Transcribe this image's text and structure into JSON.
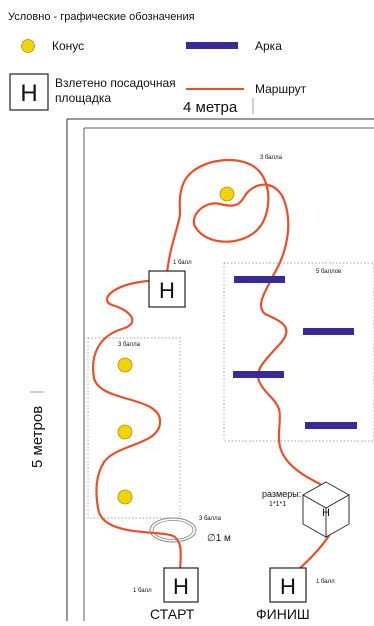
{
  "legend": {
    "title": "Условно - графические обозначения",
    "cone": "Конус",
    "arch": "Арка",
    "pad": "Взлетено посадочная площадка",
    "pad_line1": "Взлетено посадочная",
    "pad_line2": "площадка",
    "pad_letter": "Н",
    "route": "Маршрут"
  },
  "field": {
    "width_label": "4 метра",
    "height_label": "5 метров"
  },
  "scores": {
    "loop_top": "3 балла",
    "pad_mid": "1 балл",
    "arches": "5 баллов",
    "cones_zone": "3 балла",
    "ring": "3 балла",
    "start_pad": "1 балл",
    "finish_pad": "1 балл"
  },
  "pads": {
    "letter": "Н",
    "start_label": "СТАРТ",
    "finish_label": "ФИНИШ"
  },
  "ring": {
    "diameter_label": "∅1 м"
  },
  "cube": {
    "size_label_1": "размеры:",
    "size_label_2": "1*1*1",
    "letter": "Н"
  },
  "colors": {
    "cone": "#f2d20a",
    "arch": "#3a2a96",
    "route": "#e8502a"
  }
}
